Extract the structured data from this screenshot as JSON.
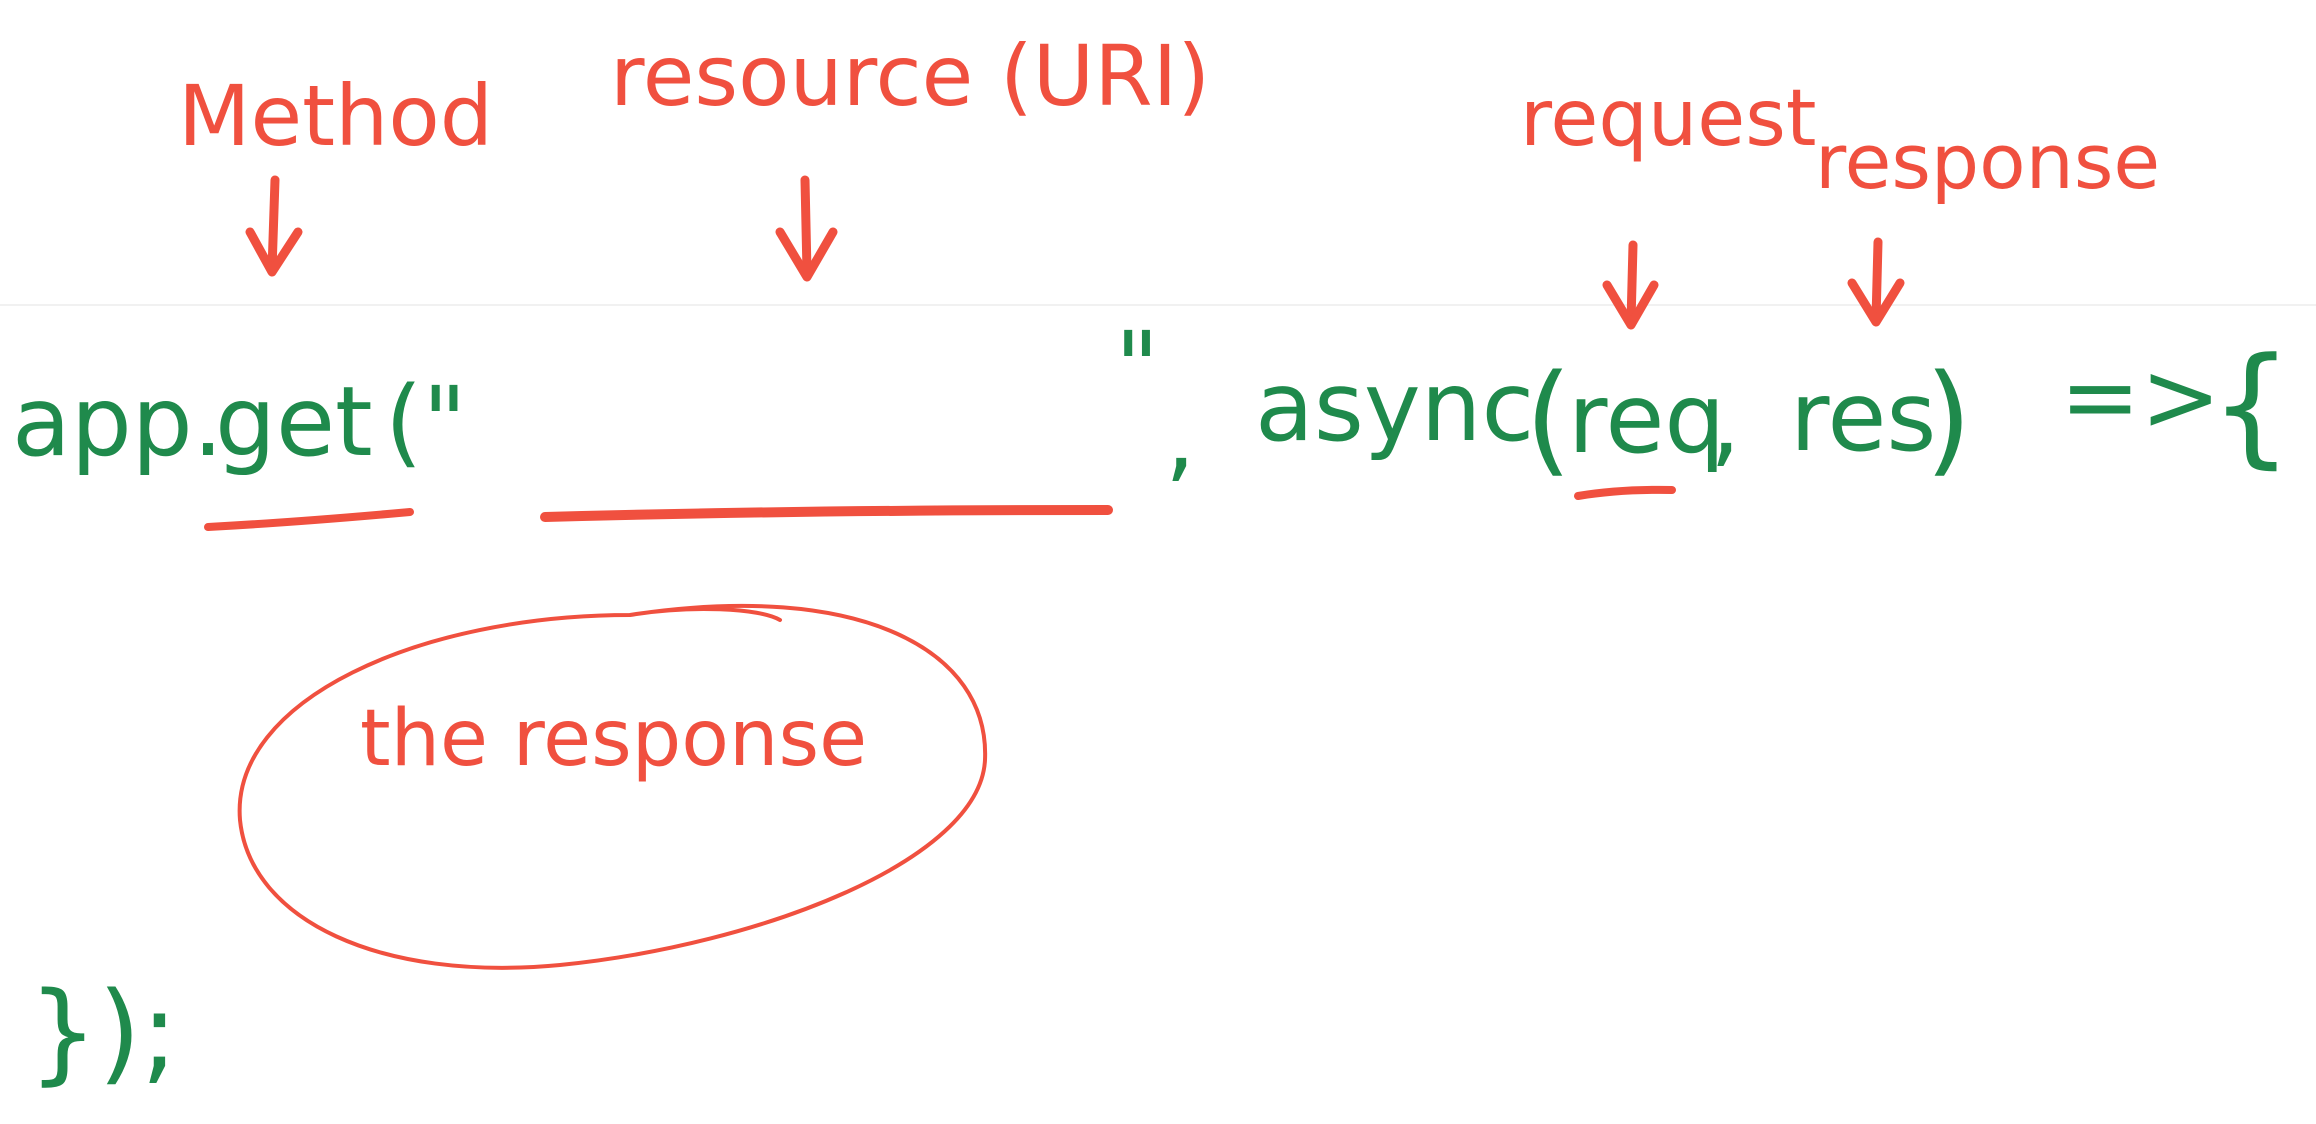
{
  "annotations": {
    "method": "Method",
    "resource": "resource (URI)",
    "request": "request",
    "response_top": "response",
    "response_circle": "the response"
  },
  "code": {
    "line1_prefix": "app.",
    "method_name": "get",
    "open_call": "(\"",
    "close_quote": "\"",
    "comma": ",",
    "async_kw": "async",
    "open_paren": "(",
    "req": "req",
    "sep": ",",
    "res": "res",
    "close_paren": ")",
    "arrow": "=>",
    "open_brace": "{",
    "closing_line": "});"
  },
  "colors": {
    "annotation": "#f0503f",
    "code": "#1f8a4c"
  }
}
